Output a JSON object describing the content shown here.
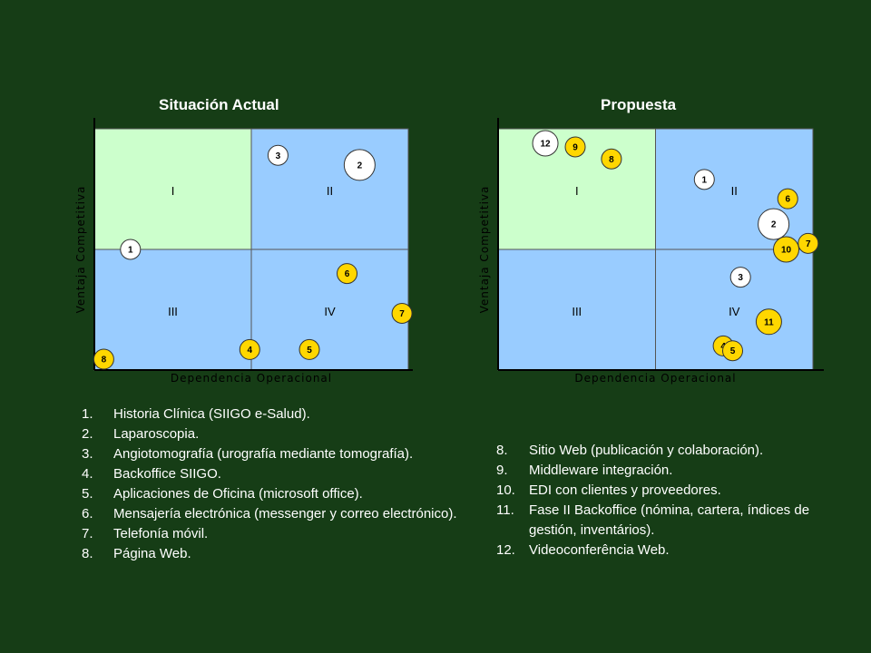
{
  "chart_data": [
    {
      "type": "scatter",
      "title": "Situación Actual",
      "xlabel": "Dependencia Operacional",
      "ylabel": "Ventaja Competitiva",
      "xlim": [
        0,
        2
      ],
      "ylim": [
        0,
        2
      ],
      "quadrants": [
        {
          "label": "I",
          "color": "#ccffcc"
        },
        {
          "label": "II",
          "color": "#99ccff"
        },
        {
          "label": "III",
          "color": "#99ccff"
        },
        {
          "label": "IV",
          "color": "#99ccff"
        }
      ],
      "points": [
        {
          "id": "1",
          "x": 0.23,
          "y": 1.0,
          "size": "small",
          "color": "#ffffff"
        },
        {
          "id": "2",
          "x": 1.69,
          "y": 1.7,
          "size": "large",
          "color": "#ffffff"
        },
        {
          "id": "3",
          "x": 1.17,
          "y": 1.78,
          "size": "small",
          "color": "#ffffff"
        },
        {
          "id": "4",
          "x": 0.99,
          "y": 0.17,
          "size": "small",
          "color": "#ffd700"
        },
        {
          "id": "5",
          "x": 1.37,
          "y": 0.17,
          "size": "small",
          "color": "#ffd700"
        },
        {
          "id": "6",
          "x": 1.61,
          "y": 0.8,
          "size": "small",
          "color": "#ffd700"
        },
        {
          "id": "7",
          "x": 1.96,
          "y": 0.47,
          "size": "small",
          "color": "#ffd700"
        },
        {
          "id": "8",
          "x": 0.06,
          "y": 0.09,
          "size": "small",
          "color": "#ffd700"
        }
      ]
    },
    {
      "type": "scatter",
      "title": "Propuesta",
      "xlabel": "Dependencia Operacional",
      "ylabel": "Ventaja Competitiva",
      "xlim": [
        0,
        2
      ],
      "ylim": [
        0,
        2
      ],
      "quadrants": [
        {
          "label": "I",
          "color": "#ccffcc"
        },
        {
          "label": "II",
          "color": "#99ccff"
        },
        {
          "label": "III",
          "color": "#99ccff"
        },
        {
          "label": "IV",
          "color": "#99ccff"
        }
      ],
      "points": [
        {
          "id": "1",
          "x": 1.31,
          "y": 1.58,
          "size": "small",
          "color": "#ffffff"
        },
        {
          "id": "2",
          "x": 1.75,
          "y": 1.21,
          "size": "large",
          "color": "#ffffff"
        },
        {
          "id": "3",
          "x": 1.54,
          "y": 0.77,
          "size": "small",
          "color": "#ffffff"
        },
        {
          "id": "4",
          "x": 1.43,
          "y": 0.2,
          "size": "small",
          "color": "#ffd700"
        },
        {
          "id": "5",
          "x": 1.49,
          "y": 0.16,
          "size": "small",
          "color": "#ffd700"
        },
        {
          "id": "6",
          "x": 1.84,
          "y": 1.42,
          "size": "small",
          "color": "#ffd700"
        },
        {
          "id": "7",
          "x": 1.97,
          "y": 1.05,
          "size": "small",
          "color": "#ffd700"
        },
        {
          "id": "8",
          "x": 0.72,
          "y": 1.75,
          "size": "small",
          "color": "#ffd700"
        },
        {
          "id": "9",
          "x": 0.49,
          "y": 1.85,
          "size": "small",
          "color": "#ffd700"
        },
        {
          "id": "10",
          "x": 1.83,
          "y": 1.0,
          "size": "medium",
          "color": "#ffd700"
        },
        {
          "id": "11",
          "x": 1.72,
          "y": 0.4,
          "size": "medium",
          "color": "#ffd700"
        },
        {
          "id": "12",
          "x": 0.3,
          "y": 1.88,
          "size": "medium",
          "color": "#ffffff"
        }
      ]
    }
  ],
  "legend_left": [
    {
      "num": "1.",
      "text": "Historia Clínica (SIIGO e-Salud)."
    },
    {
      "num": "2.",
      "text": "Laparoscopia."
    },
    {
      "num": "3.",
      "text": "Angiotomografía (urografía mediante tomografía)."
    },
    {
      "num": "4.",
      "text": "Backoffice SIIGO."
    },
    {
      "num": "5.",
      "text": "Aplicaciones de Oficina (microsoft office)."
    },
    {
      "num": "6.",
      "text": "Mensajería electrónica (messenger y correo electrónico)."
    },
    {
      "num": "7.",
      "text": "Telefonía móvil."
    },
    {
      "num": "8.",
      "text": "Página Web."
    }
  ],
  "legend_right": [
    {
      "num": "8.",
      "text": "Sitio Web (publicación y colaboración)."
    },
    {
      "num": "9.",
      "text": "Middleware integración."
    },
    {
      "num": "10.",
      "text": "EDI con clientes y proveedores."
    },
    {
      "num": "11.",
      "text": "Fase II Backoffice (nómina, cartera, índices de gestión, inventários)."
    },
    {
      "num": "12.",
      "text": "Videoconferência Web."
    }
  ],
  "colors": {
    "background": "#163d16",
    "quadrant_green": "#ccffcc",
    "quadrant_blue": "#99ccff",
    "point_yellow": "#ffd700",
    "point_white": "#ffffff"
  }
}
